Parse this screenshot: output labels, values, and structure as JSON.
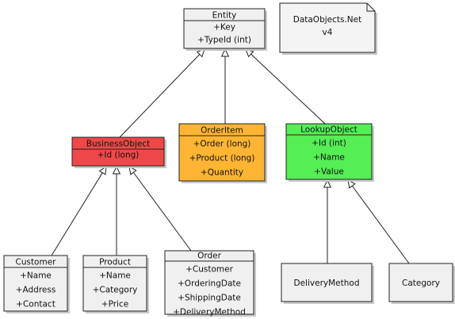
{
  "classes": {
    "entity": {
      "name": "Entity",
      "members": [
        "+Key",
        "+TypeId (int)"
      ]
    },
    "business_object": {
      "name": "BusinessObject",
      "members": [
        "+Id (long)"
      ]
    },
    "order_item": {
      "name": "OrderItem",
      "members": [
        "+Order (long)",
        "+Product (long)",
        "+Quantity"
      ]
    },
    "lookup_object": {
      "name": "LookupObject",
      "members": [
        "+Id (int)",
        "+Name",
        "+Value"
      ]
    },
    "customer": {
      "name": "Customer",
      "members": [
        "+Name",
        "+Address",
        "+Contact"
      ]
    },
    "product": {
      "name": "Product",
      "members": [
        "+Name",
        "+Category",
        "+Price"
      ]
    },
    "order": {
      "name": "Order",
      "members": [
        "+Customer",
        "+OrderingDate",
        "+ShippingDate",
        "+DeliveryMethod"
      ]
    },
    "delivery_method": {
      "name": "DeliveryMethod",
      "members": []
    },
    "category": {
      "name": "Category",
      "members": []
    }
  },
  "note": {
    "lines": [
      "DataObjects.Net",
      "v4"
    ]
  },
  "colors": {
    "entity": "#f0f0f0",
    "business_object": "#f04848",
    "order_item": "#ffb533",
    "lookup_object": "#55ee55",
    "default": "#f0f0f0",
    "stroke": "#222222"
  },
  "relations": [
    {
      "from": "business_object",
      "to": "entity",
      "type": "generalization"
    },
    {
      "from": "order_item",
      "to": "entity",
      "type": "generalization"
    },
    {
      "from": "lookup_object",
      "to": "entity",
      "type": "generalization"
    },
    {
      "from": "customer",
      "to": "business_object",
      "type": "generalization"
    },
    {
      "from": "product",
      "to": "business_object",
      "type": "generalization"
    },
    {
      "from": "order",
      "to": "business_object",
      "type": "generalization"
    },
    {
      "from": "delivery_method",
      "to": "lookup_object",
      "type": "generalization"
    },
    {
      "from": "category",
      "to": "lookup_object",
      "type": "generalization"
    }
  ]
}
